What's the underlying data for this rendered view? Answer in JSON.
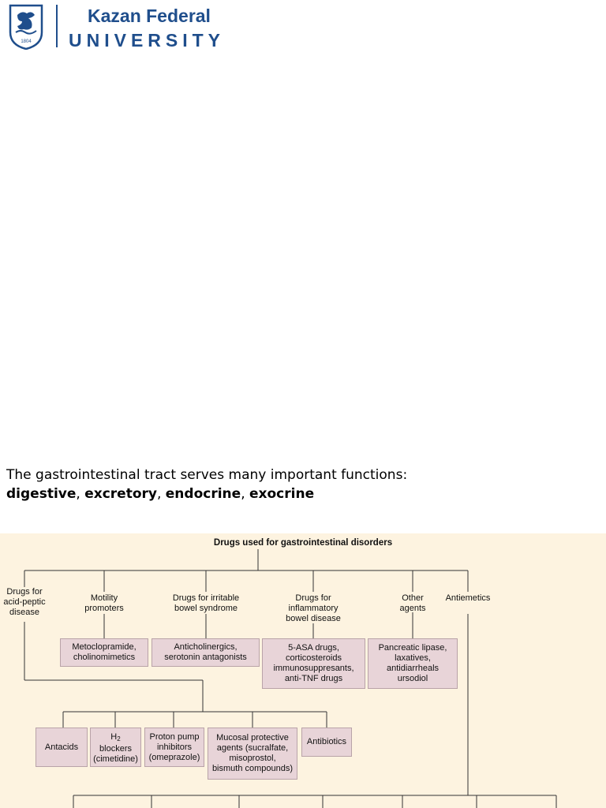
{
  "header": {
    "brand_line1": "Kazan Federal",
    "brand_line2": "UNIVERSITY",
    "logo_year": "1804"
  },
  "intro": {
    "line1": "The gastrointestinal tract serves many important functions:",
    "functions": [
      "digestive",
      "excretory",
      "endocrine",
      "exocrine"
    ],
    "separator": ", "
  },
  "diagram": {
    "title": "Drugs used for gastrointestinal disorders",
    "categories": [
      "Drugs for\nacid-peptic\ndisease",
      "Motility\npromoters",
      "Drugs for irritable\nbowel syndrome",
      "Drugs for\ninflammatory\nbowel disease",
      "Other\nagents",
      "Antiemetics"
    ],
    "category_boxes": [
      "Metoclopramide,\ncholinomimetics",
      "Anticholinergics,\nserotonin antagonists",
      "5-ASA drugs,\ncorticosteroids\nimmunosuppresants,\nanti-TNF drugs",
      "Pancreatic lipase,\nlaxatives,\nantidiarrheals\nursodiol"
    ],
    "acid_peptic_boxes": {
      "antacids": "Antacids",
      "h2_prefix": "H",
      "h2_sub": "2",
      "h2_rest": "\nblockers\n(cimetidine)",
      "ppi": "Proton pump\ninhibitors\n(omeprazole)",
      "mucosal": "Mucosal protective\nagents (sucralfate,\nmisoprostol,\nbismuth compounds)",
      "antibiotics": "Antibiotics"
    }
  },
  "colors": {
    "brand": "#1f4e8c",
    "diagram_bg": "#fdf3e0",
    "box_fill": "#e8d4d8",
    "box_border": "#b9a3a8"
  }
}
